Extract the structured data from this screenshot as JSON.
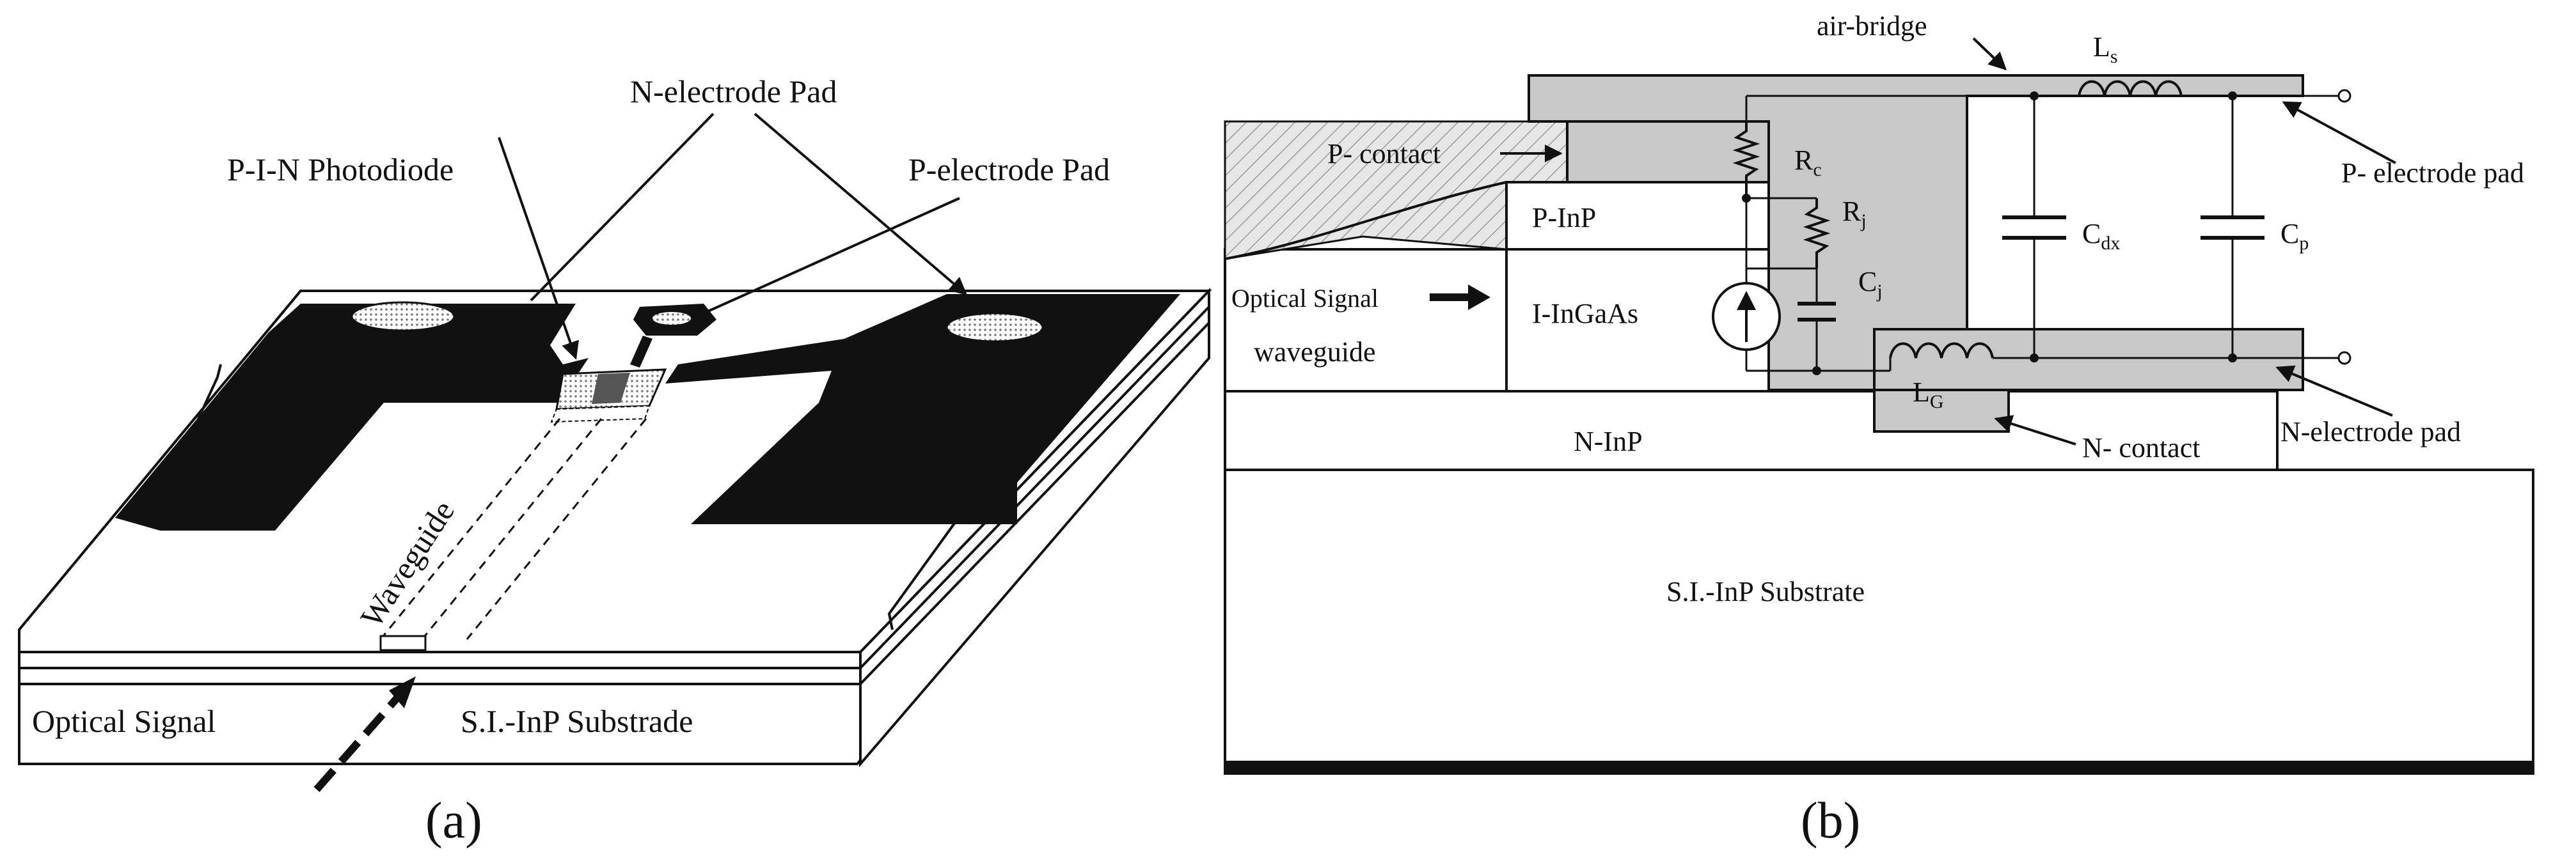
{
  "panel_a": {
    "caption": "(a)",
    "labels": {
      "n_electrode_pad": "N-electrode Pad",
      "pin_photodiode": "P-I-N Photodiode",
      "p_electrode_pad": "P-electrode Pad",
      "waveguide": "Waveguide",
      "optical_signal": "Optical Signal",
      "substrate": "S.I.-InP Substrade"
    }
  },
  "panel_b": {
    "caption": "(b)",
    "labels": {
      "air_bridge": "air-bridge",
      "ls_main": "L",
      "ls_sub": "s",
      "p_contact": "P- contact",
      "rc_main": "R",
      "rc_sub": "c",
      "p_electrode_pad": "P- electrode pad",
      "p_inp": "P-InP",
      "rj_main": "R",
      "rj_sub": "j",
      "cdx_main": "C",
      "cdx_sub": "dx",
      "cp_main": "C",
      "cp_sub": "p",
      "optical_signal": "Optical Signal",
      "waveguide": "waveguide",
      "i_ingaas": "I-InGaAs",
      "cj_main": "C",
      "cj_sub": "j",
      "lg_main": "L",
      "lg_sub": "G",
      "n_electrode_pad": "N-electrode pad",
      "n_inp": "N-InP",
      "n_contact": "N- contact",
      "substrate": "S.I.-InP Substrate"
    }
  },
  "colors": {
    "ink": "#111111",
    "metal": "#c8c8c8",
    "hatch": "#d9d9d9",
    "pad_dot": "#e8e8e8"
  }
}
